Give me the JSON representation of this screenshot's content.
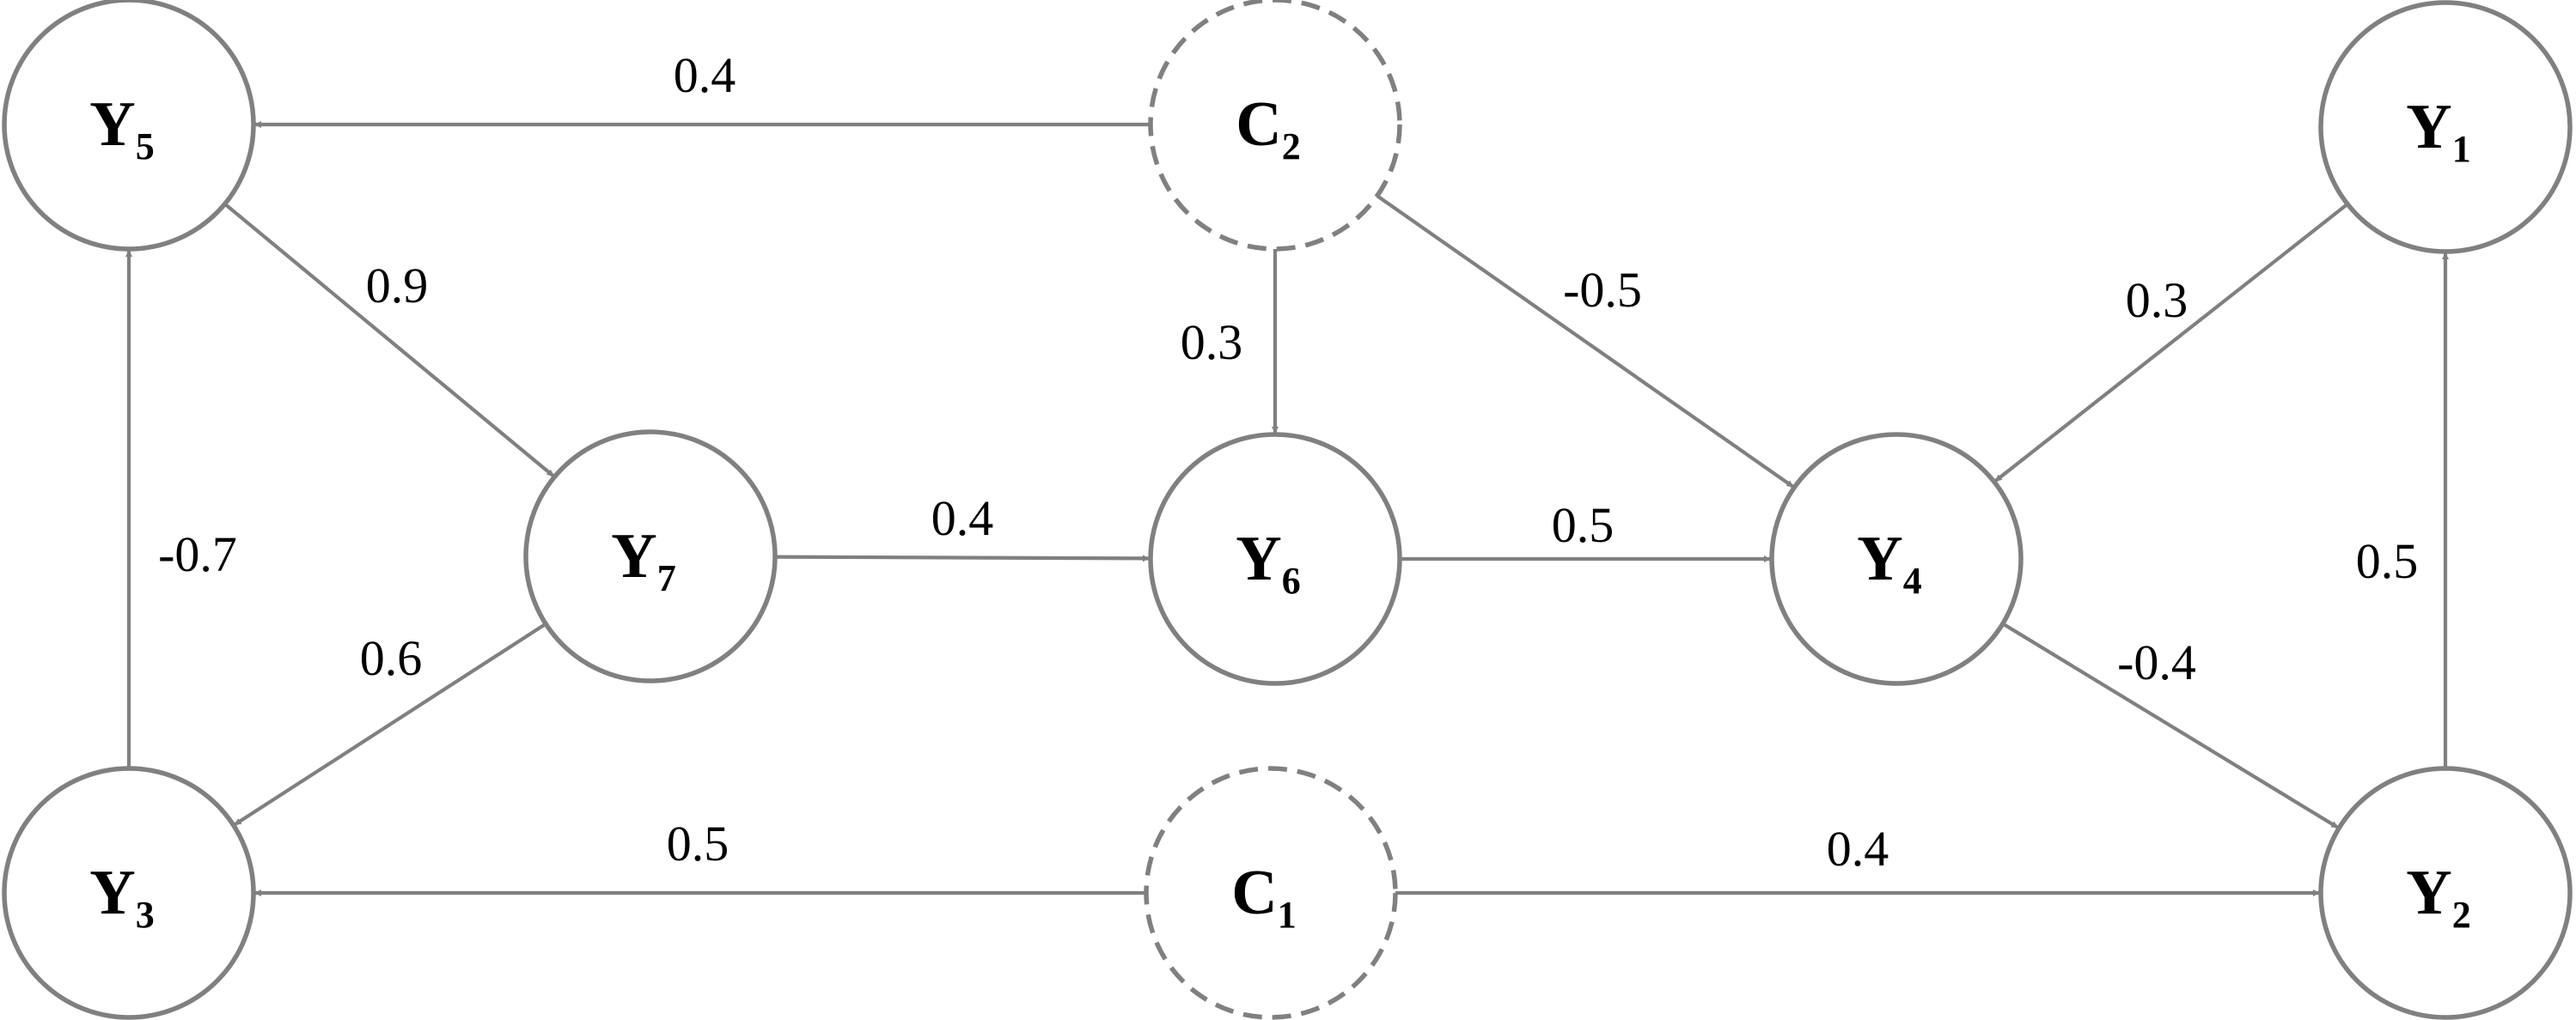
{
  "colors": {
    "stroke": "#808080",
    "text": "#000000",
    "background": "#ffffff"
  },
  "nodes": [
    {
      "id": "Y5",
      "letter": "Y",
      "sub": "5",
      "style": "solid"
    },
    {
      "id": "C2",
      "letter": "C",
      "sub": "2",
      "style": "dashed"
    },
    {
      "id": "Y1",
      "letter": "Y",
      "sub": "1",
      "style": "solid"
    },
    {
      "id": "Y7",
      "letter": "Y",
      "sub": "7",
      "style": "solid"
    },
    {
      "id": "Y6",
      "letter": "Y",
      "sub": "6",
      "style": "solid"
    },
    {
      "id": "Y4",
      "letter": "Y",
      "sub": "4",
      "style": "solid"
    },
    {
      "id": "Y3",
      "letter": "Y",
      "sub": "3",
      "style": "solid"
    },
    {
      "id": "C1",
      "letter": "C",
      "sub": "1",
      "style": "dashed"
    },
    {
      "id": "Y2",
      "letter": "Y",
      "sub": "2",
      "style": "solid"
    }
  ],
  "edges": [
    {
      "from": "C2",
      "to": "Y5",
      "weight": "0.4"
    },
    {
      "from": "Y5",
      "to": "Y7",
      "weight": "0.9"
    },
    {
      "from": "C2",
      "to": "Y6",
      "weight": "0.3"
    },
    {
      "from": "C2",
      "to": "Y4",
      "weight": "-0.5"
    },
    {
      "from": "Y1",
      "to": "Y4",
      "weight": "0.3"
    },
    {
      "from": "Y3",
      "to": "Y5",
      "weight": "-0.7"
    },
    {
      "from": "Y7",
      "to": "Y6",
      "weight": "0.4"
    },
    {
      "from": "Y6",
      "to": "Y4",
      "weight": "0.5"
    },
    {
      "from": "Y2",
      "to": "Y1",
      "weight": "0.5"
    },
    {
      "from": "Y7",
      "to": "Y3",
      "weight": "0.6"
    },
    {
      "from": "Y4",
      "to": "Y2",
      "weight": "-0.4"
    },
    {
      "from": "C1",
      "to": "Y3",
      "weight": "0.5"
    },
    {
      "from": "C1",
      "to": "Y2",
      "weight": "0.4"
    }
  ]
}
